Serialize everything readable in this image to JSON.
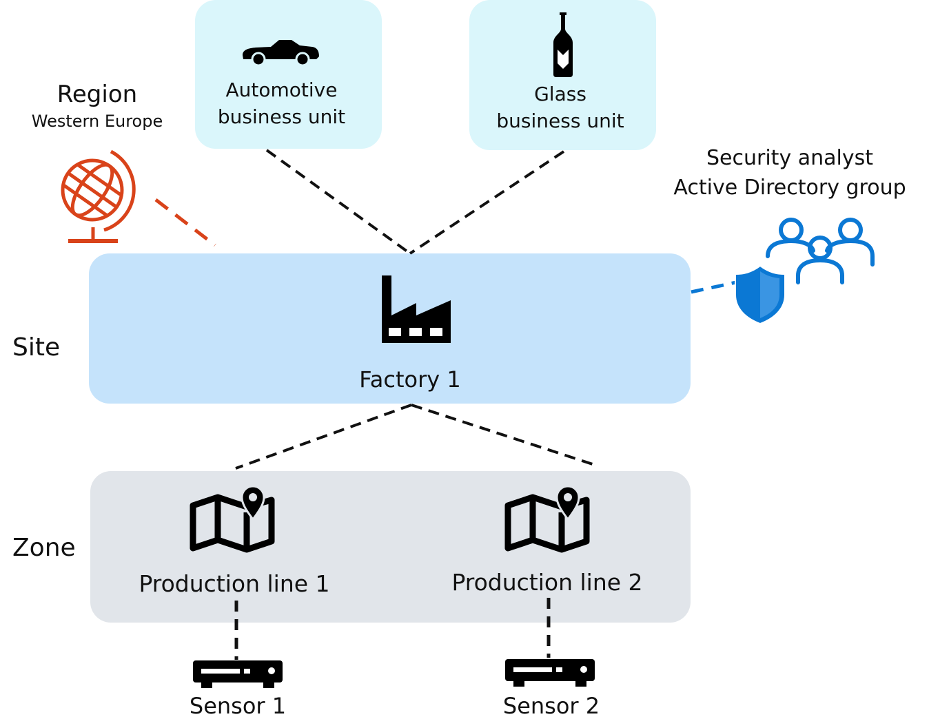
{
  "region": {
    "title": "Region",
    "subtitle": "Western Europe",
    "icon": "globe-icon",
    "color": "#d9431a"
  },
  "business_units": [
    {
      "label_line1": "Automotive",
      "label_line2": "business unit",
      "icon": "car-icon"
    },
    {
      "label_line1": "Glass",
      "label_line2": "business unit",
      "icon": "bottle-icon"
    }
  ],
  "security_group": {
    "label_line1": "Security analyst",
    "label_line2": "Active Directory group",
    "icons": [
      "shield-icon",
      "users-icon"
    ],
    "color": "#0b78d4"
  },
  "levels": {
    "site": "Site",
    "zone": "Zone"
  },
  "site": {
    "label": "Factory 1",
    "icon": "factory-icon"
  },
  "zones": [
    {
      "label": "Production line 1",
      "icon": "map-pin-icon"
    },
    {
      "label": "Production line 2",
      "icon": "map-pin-icon"
    }
  ],
  "sensors": [
    {
      "label": "Sensor 1",
      "icon": "sensor-icon"
    },
    {
      "label": "Sensor 2",
      "icon": "sensor-icon"
    }
  ]
}
